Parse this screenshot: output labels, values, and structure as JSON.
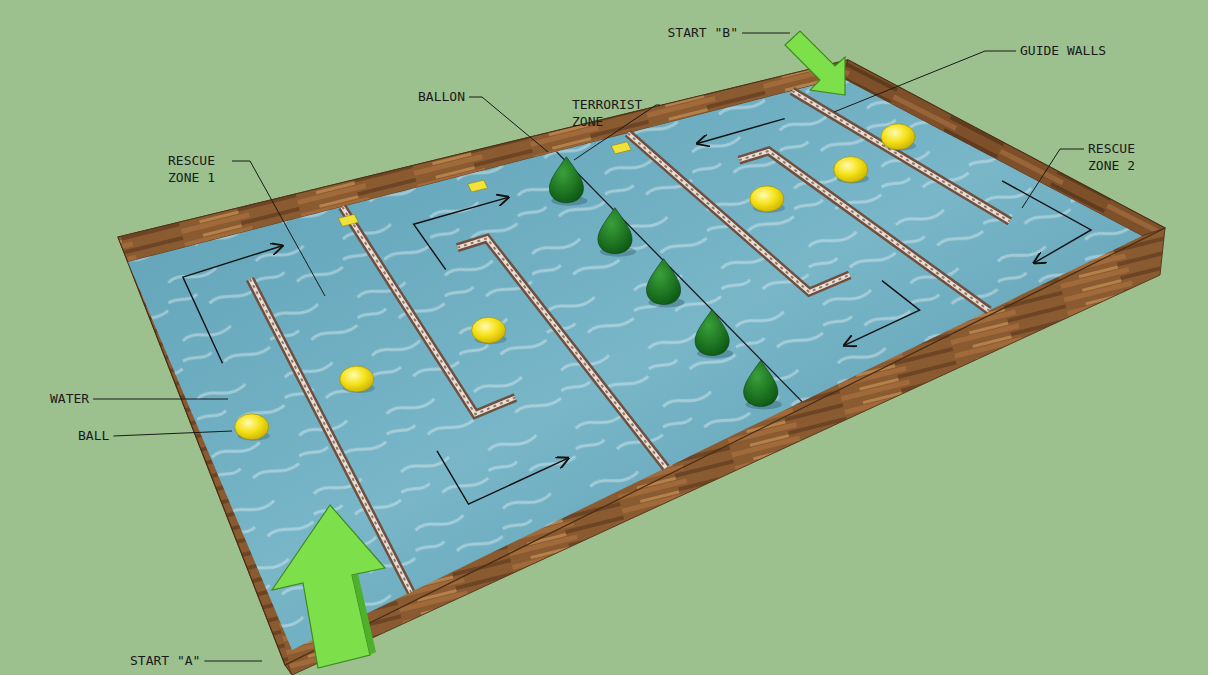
{
  "diagram": {
    "labels": [
      "START \"B\"",
      "TERRORIST ZONE",
      "BALLON",
      "GUIDE WALLS",
      "RESCUE ZONE 1",
      "RESCUE ZONE 2",
      "WATER",
      "BALL",
      "START \"A\""
    ]
  }
}
